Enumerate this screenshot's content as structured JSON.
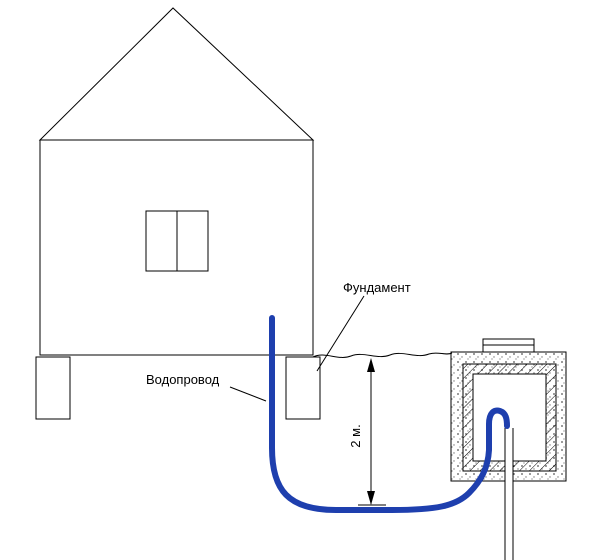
{
  "diagram": {
    "labels": {
      "foundation": "Фундамент",
      "water_pipe": "Водопровод",
      "depth": "2 м."
    },
    "colors": {
      "outline": "#000000",
      "pipe_blue": "#1e3fae",
      "background": "#ffffff"
    }
  }
}
